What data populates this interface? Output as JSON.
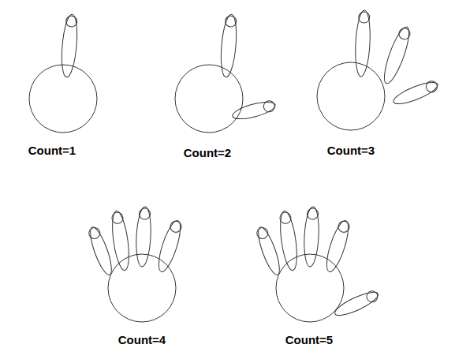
{
  "diagram": {
    "labels": [
      "Count=1",
      "Count=2",
      "Count=3",
      "Count=4",
      "Count=5"
    ]
  }
}
